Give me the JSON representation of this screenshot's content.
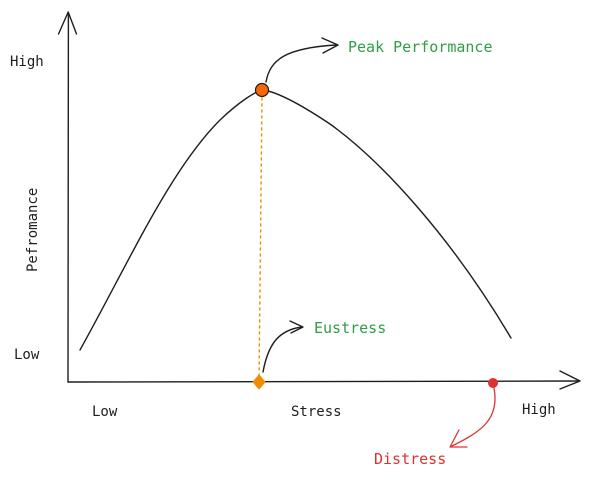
{
  "axes": {
    "y_high": "High",
    "y_low": "Low",
    "y_title": "Pefromance",
    "x_low": "Low",
    "x_title": "Stress",
    "x_high": "High"
  },
  "annotations": {
    "peak": "Peak Performance",
    "eustress": "Eustress",
    "distress": "Distress"
  },
  "colors": {
    "ink": "#1e1e1e",
    "green": "#2f9e44",
    "red": "#e03131",
    "orange": "#f08c00",
    "peak_fill": "#f76707"
  }
}
